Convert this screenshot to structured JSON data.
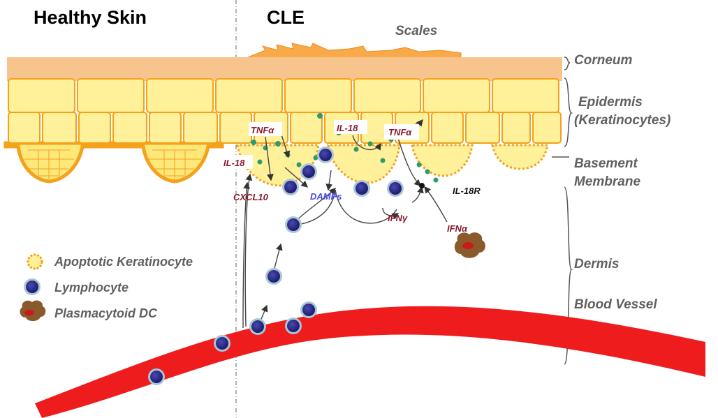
{
  "headers": {
    "healthy": "Healthy Skin",
    "cle": "CLE"
  },
  "layers": {
    "scales": "Scales",
    "corneum": "Corneum",
    "epidermis": "Epidermis",
    "keratinocytes": "(Keratinocytes)",
    "basement": "Basement",
    "membrane": "Membrane",
    "dermis": "Dermis",
    "blood_vessel": "Blood Vessel"
  },
  "mediators": {
    "tnf_left": "TNFα",
    "il18_left": "IL-18",
    "il18_mid": "IL-18",
    "tnf_right": "TNFα",
    "cxcl10": "CXCL10",
    "damps": "DAMPs",
    "ifng": "IFNγ",
    "ifna": "IFNα",
    "il18r": "IL-18R"
  },
  "legend": {
    "apoptotic": "Apoptotic Keratinocyte",
    "lymphocyte": "Lymphocyte",
    "pdc": "Plasmacytoid DC"
  },
  "colors": {
    "corneum": "#f8c48e",
    "cell_fill": "#fff09a",
    "cell_stroke": "#f4a11c",
    "blood": "#ee1c1c",
    "lymph_core": "#262684",
    "lymph_ring": "#a9c6d6",
    "cytokine": "#8b1a2c",
    "damps": "#4848e8",
    "dc": "#8b5a2b",
    "label_gray": "#606060"
  }
}
